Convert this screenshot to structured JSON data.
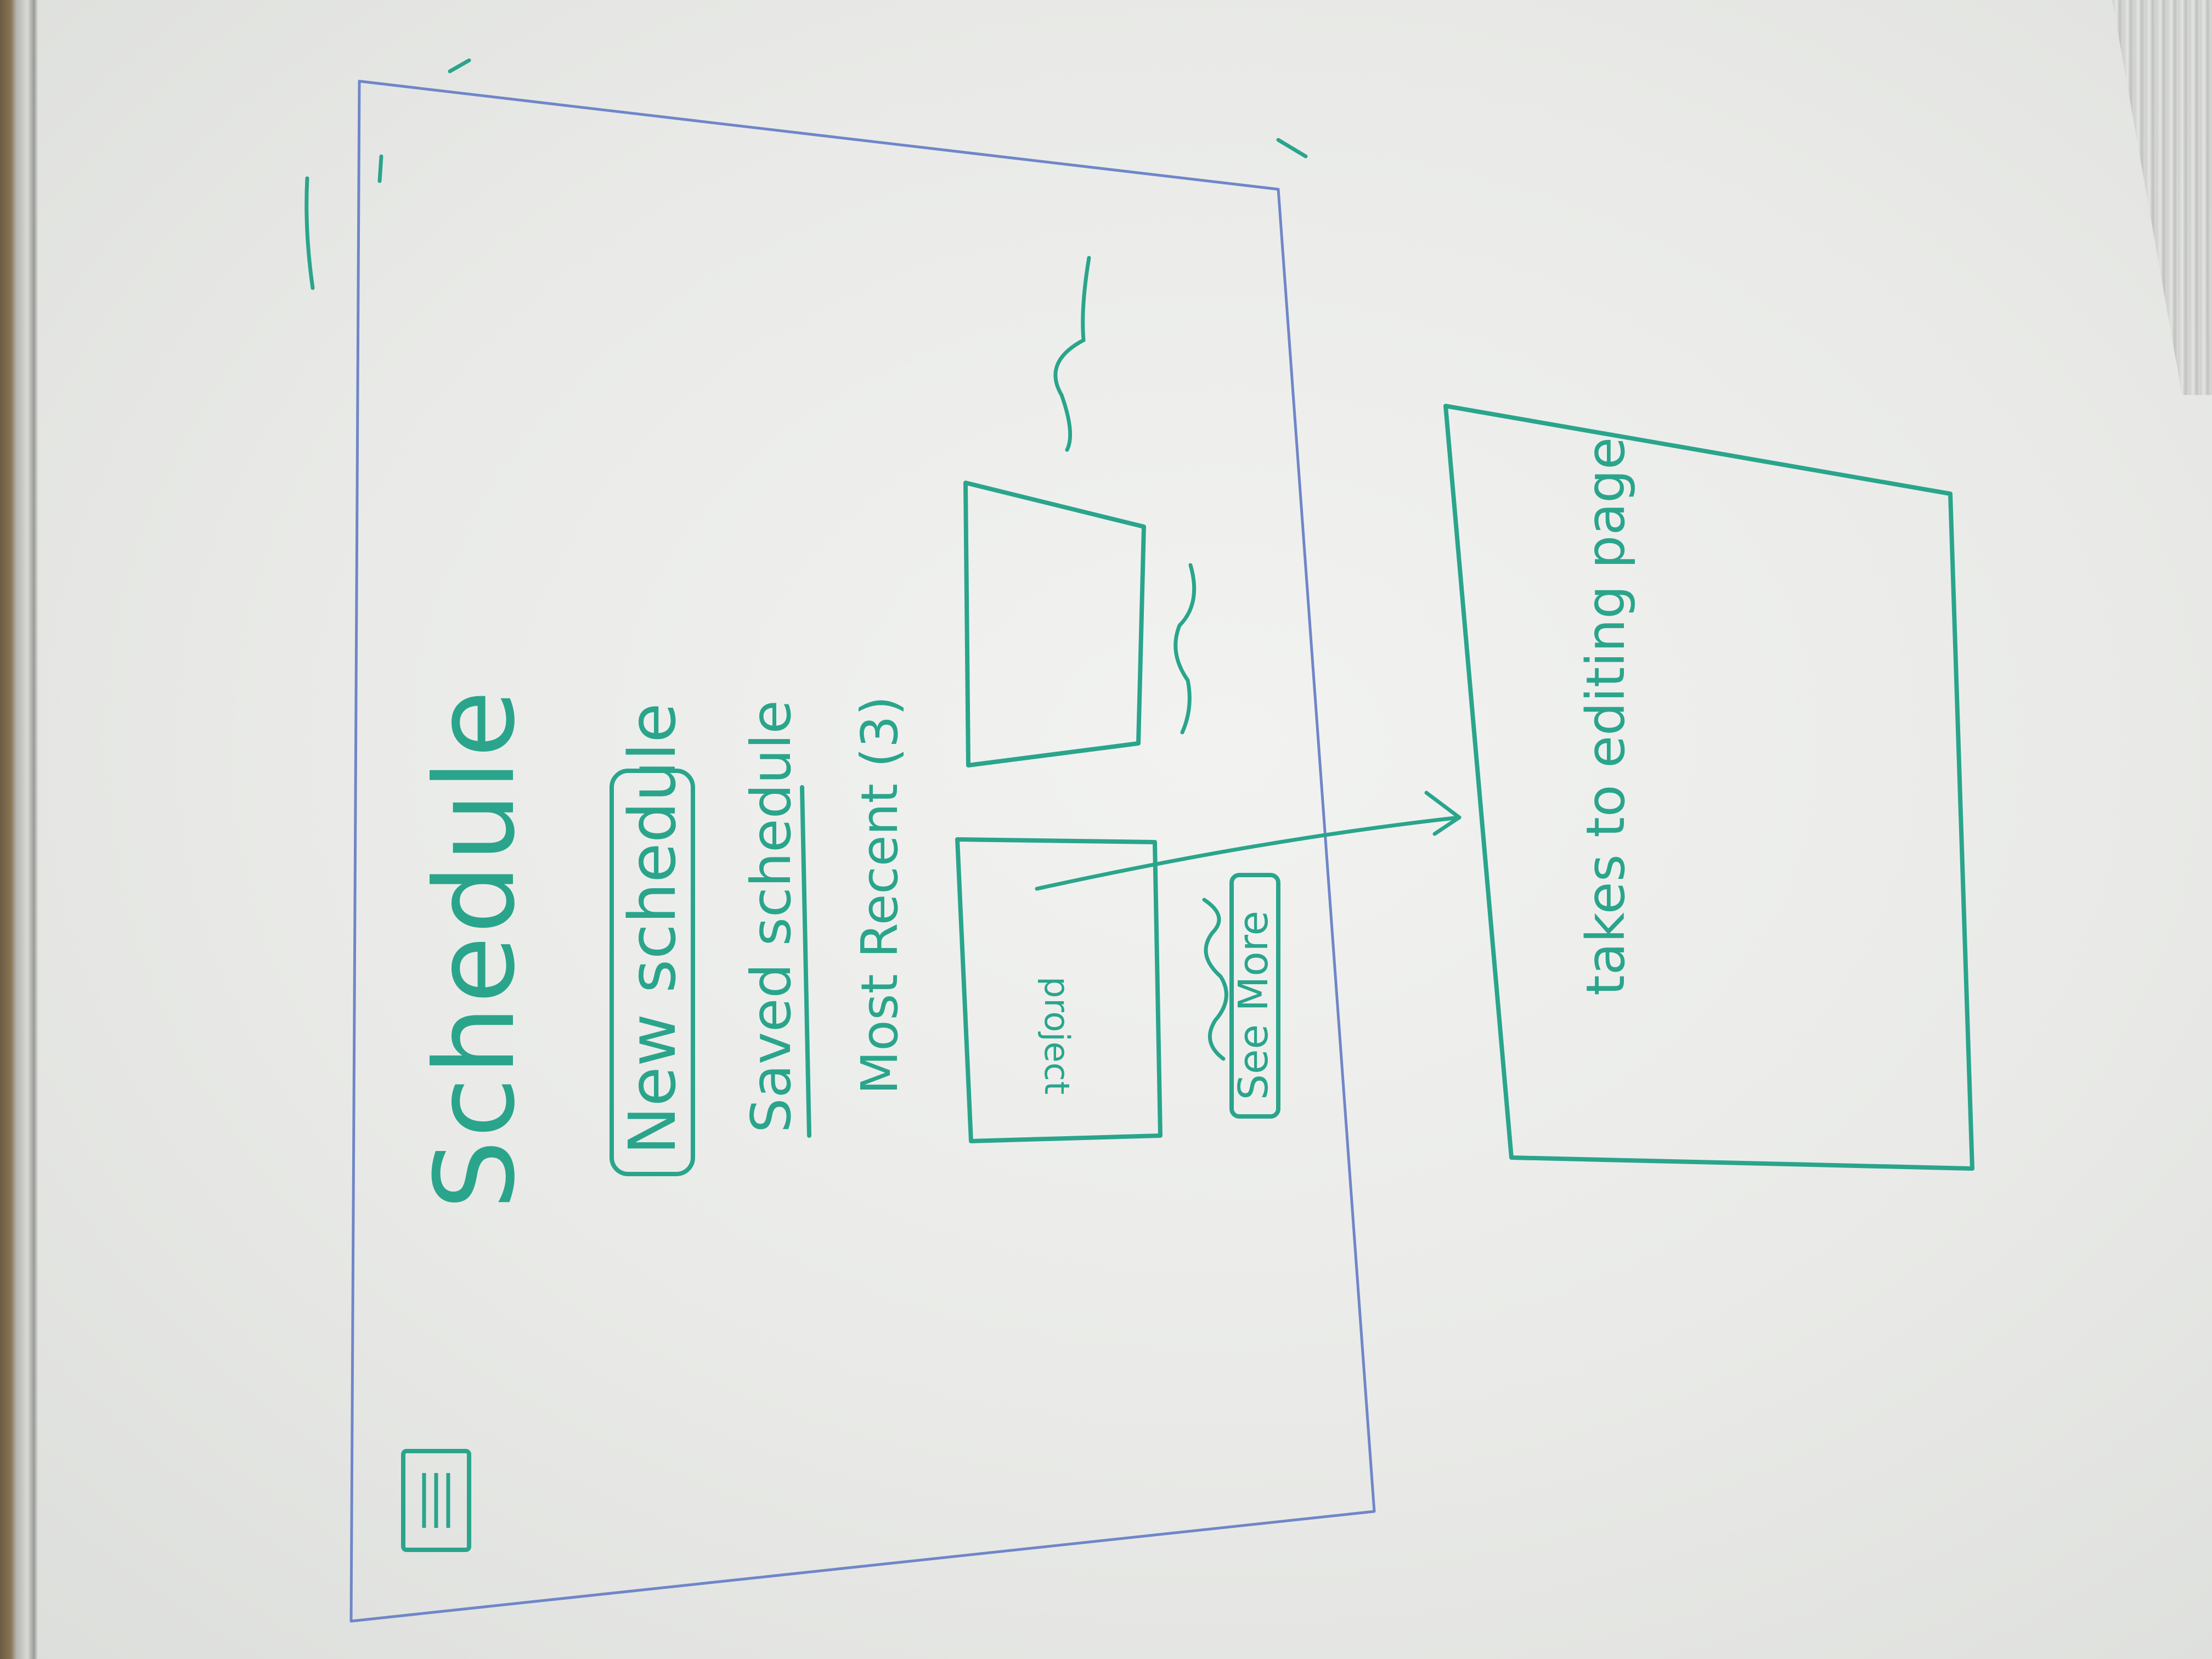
{
  "sketch": {
    "title": "Schedule",
    "new_schedule_button": "New schedule",
    "saved_schedule_link": "Saved schedule",
    "most_recent_label": "Most Recent (3)",
    "card_label": "project",
    "see_more_button": "See More",
    "editing_page_note": "takes to editing page",
    "menu_icon": "hamburger-menu-icon",
    "ink_color": "#2aa58c",
    "frame_color": "#6f86c8"
  }
}
